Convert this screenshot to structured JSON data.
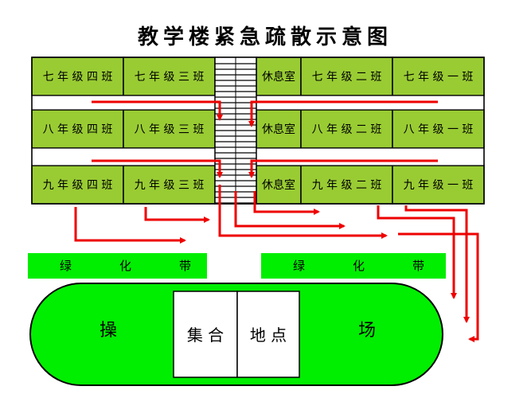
{
  "title": "教学楼紧急疏散示意图",
  "colors": {
    "classroom": "#99cc33",
    "green_belt": "#00ee00",
    "playground": "#00ee00",
    "arrow": "#ee0000",
    "assembly": "#ffffff",
    "border": "#000000"
  },
  "floors": [
    {
      "id": "floor-7",
      "rooms_left": [
        "七年级四班",
        "七年级三班"
      ],
      "lounge": "休息室",
      "rooms_right": [
        "七年级二班",
        "七年级一班"
      ]
    },
    {
      "id": "floor-8",
      "rooms_left": [
        "八年级四班",
        "八年级三班"
      ],
      "lounge": "休息室",
      "rooms_right": [
        "八年级二班",
        "八年级一班"
      ]
    },
    {
      "id": "floor-9",
      "rooms_left": [
        "九年级四班",
        "九年级三班"
      ],
      "lounge": "休息室",
      "rooms_right": [
        "九年级二班",
        "九年级一班"
      ]
    }
  ],
  "green_belts": [
    "绿化带",
    "绿化带"
  ],
  "playground": {
    "left_char": "操",
    "right_char": "场"
  },
  "assembly": {
    "left": "集合",
    "right": "地点"
  }
}
